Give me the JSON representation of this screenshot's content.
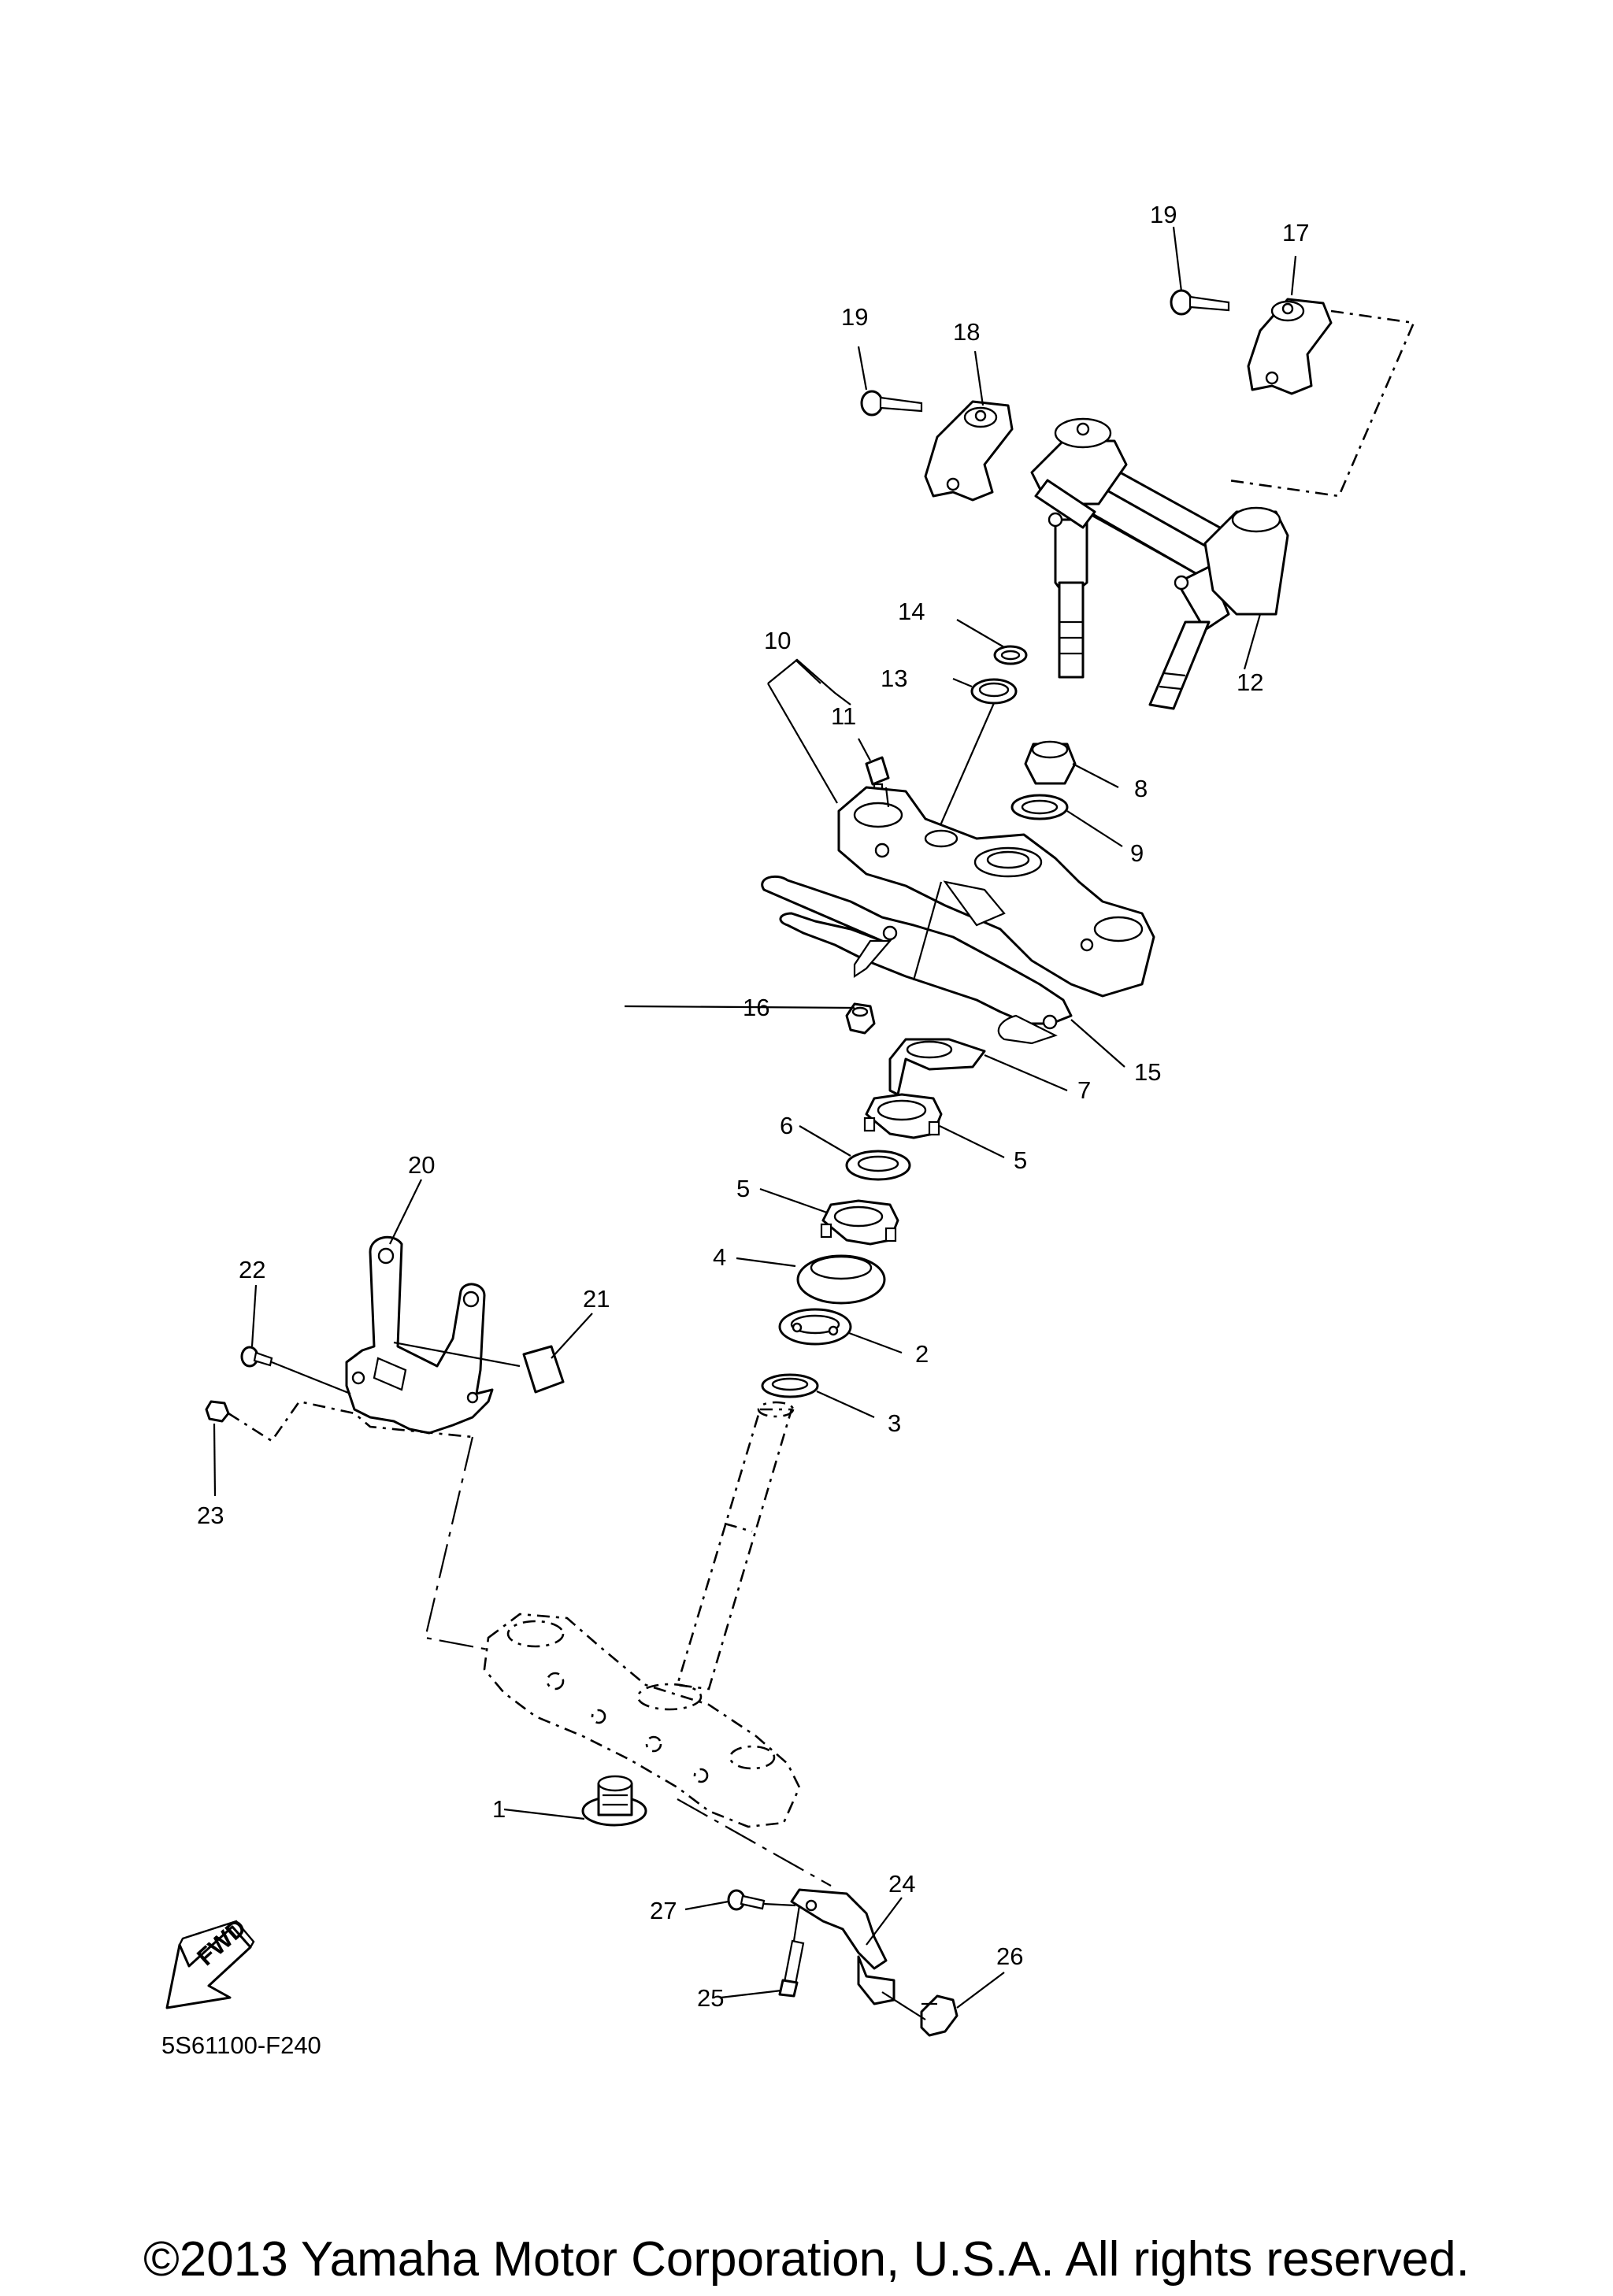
{
  "callouts": [
    {
      "id": "1",
      "label": "1"
    },
    {
      "id": "2",
      "label": "2"
    },
    {
      "id": "3",
      "label": "3"
    },
    {
      "id": "4",
      "label": "4"
    },
    {
      "id": "5a",
      "label": "5"
    },
    {
      "id": "5b",
      "label": "5"
    },
    {
      "id": "6",
      "label": "6"
    },
    {
      "id": "7",
      "label": "7"
    },
    {
      "id": "8",
      "label": "8"
    },
    {
      "id": "9",
      "label": "9"
    },
    {
      "id": "10",
      "label": "10"
    },
    {
      "id": "11",
      "label": "11"
    },
    {
      "id": "12",
      "label": "12"
    },
    {
      "id": "13",
      "label": "13"
    },
    {
      "id": "14",
      "label": "14"
    },
    {
      "id": "15",
      "label": "15"
    },
    {
      "id": "16",
      "label": "16"
    },
    {
      "id": "17",
      "label": "17"
    },
    {
      "id": "18",
      "label": "18"
    },
    {
      "id": "19a",
      "label": "19"
    },
    {
      "id": "19b",
      "label": "19"
    },
    {
      "id": "20",
      "label": "20"
    },
    {
      "id": "21",
      "label": "21"
    },
    {
      "id": "22",
      "label": "22"
    },
    {
      "id": "23",
      "label": "23"
    },
    {
      "id": "24",
      "label": "24"
    },
    {
      "id": "25",
      "label": "25"
    },
    {
      "id": "26",
      "label": "26"
    },
    {
      "id": "27",
      "label": "27"
    }
  ],
  "fwd_arrow_label": "FWD",
  "diagram_code": "5S61100-F240",
  "copyright": "©2013 Yamaha Motor Corporation, U.S.A. All rights reserved."
}
